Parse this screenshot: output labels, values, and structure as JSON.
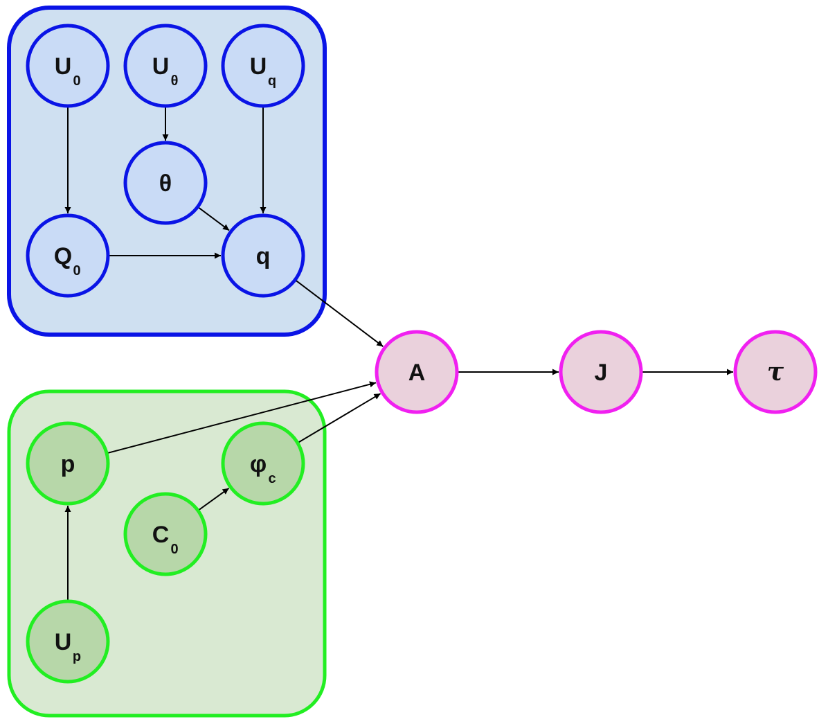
{
  "diagram": {
    "type": "directed-graph",
    "groups": [
      {
        "id": "blue-group",
        "fill": "#cfe0f1",
        "stroke": "#0a14e6",
        "nodes": [
          "U0",
          "Utheta",
          "Uq",
          "theta",
          "Q0",
          "q"
        ]
      },
      {
        "id": "green-group",
        "fill": "#d9e9d2",
        "stroke": "#22ee22",
        "nodes": [
          "p",
          "phic",
          "C0",
          "Up"
        ]
      }
    ],
    "node_styles": {
      "blue": {
        "fill": "#c9dbf6",
        "stroke": "#0a14e6"
      },
      "green": {
        "fill": "#b7d7a9",
        "stroke": "#22ee22"
      },
      "pink": {
        "fill": "#ead1dc",
        "stroke": "#f020f0"
      }
    },
    "nodes": [
      {
        "id": "U0",
        "label": "U",
        "sub": "0",
        "style": "blue"
      },
      {
        "id": "Utheta",
        "label": "U",
        "sub": "θ",
        "style": "blue"
      },
      {
        "id": "Uq",
        "label": "U",
        "sub": "q",
        "style": "blue"
      },
      {
        "id": "theta",
        "label": "θ",
        "sub": "",
        "style": "blue"
      },
      {
        "id": "Q0",
        "label": "Q",
        "sub": "0",
        "style": "blue"
      },
      {
        "id": "q",
        "label": "q",
        "sub": "",
        "style": "blue"
      },
      {
        "id": "A",
        "label": "A",
        "sub": "",
        "style": "pink"
      },
      {
        "id": "J",
        "label": "J",
        "sub": "",
        "style": "pink"
      },
      {
        "id": "tau",
        "label": "τ",
        "sub": "",
        "style": "pink"
      },
      {
        "id": "p",
        "label": "p",
        "sub": "",
        "style": "green"
      },
      {
        "id": "phic",
        "label": "φ",
        "sub": "c",
        "style": "green"
      },
      {
        "id": "C0",
        "label": "C",
        "sub": "0",
        "style": "green"
      },
      {
        "id": "Up",
        "label": "U",
        "sub": "p",
        "style": "green"
      }
    ],
    "edges": [
      {
        "from": "U0",
        "to": "Q0"
      },
      {
        "from": "Utheta",
        "to": "theta"
      },
      {
        "from": "Uq",
        "to": "q"
      },
      {
        "from": "theta",
        "to": "q"
      },
      {
        "from": "Q0",
        "to": "q"
      },
      {
        "from": "q",
        "to": "A"
      },
      {
        "from": "p",
        "to": "A"
      },
      {
        "from": "phic",
        "to": "A"
      },
      {
        "from": "C0",
        "to": "phic"
      },
      {
        "from": "Up",
        "to": "p"
      },
      {
        "from": "A",
        "to": "J"
      },
      {
        "from": "J",
        "to": "tau"
      }
    ]
  }
}
